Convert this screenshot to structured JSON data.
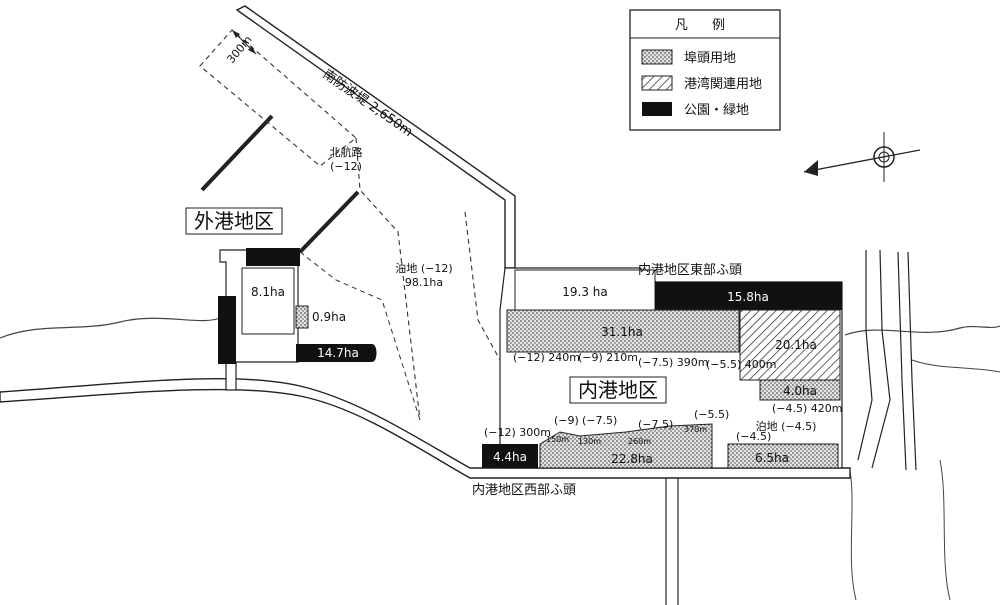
{
  "legend": {
    "title": "凡 例",
    "items": [
      {
        "label": "埠頭用地",
        "pattern": "dots"
      },
      {
        "label": "港湾関連用地",
        "pattern": "hatch"
      },
      {
        "label": "公園・緑地",
        "pattern": "solid"
      }
    ]
  },
  "districts": {
    "outer": "外港地区",
    "inner": "内港地区",
    "inner_east_pier": "内港地区東部ふ頭",
    "inner_west_pier": "内港地区西部ふ頭"
  },
  "breakwater": "南防波堤 2,650m",
  "width_300": "300m",
  "north_channel": {
    "name": "北航路",
    "depth": "(−12)"
  },
  "anchorage_main": {
    "name": "泊地 (−12)",
    "area": "98.1ha"
  },
  "anchorage_small": "泊地 (−4.5)",
  "areas": {
    "a8_1": "8.1ha",
    "a0_9": "0.9ha",
    "a14_7": "14.7ha",
    "a19_3": "19.3 ha",
    "a15_8": "15.8ha",
    "a31_1": "31.1ha",
    "a20_1": "20.1ha",
    "a4_0": "4.0ha",
    "a6_5": "6.5ha",
    "a22_8": "22.8ha",
    "a4_4": "4.4ha"
  },
  "berths": {
    "b1": "(−12) 240m",
    "b2": "(−9) 210m",
    "b3": "(−7.5) 390m",
    "b4": "(−5.5) 400m",
    "b5": "(−4.5) 420m",
    "b6": "(−12) 300m",
    "b7": "(−9)",
    "b8": "(−7.5)",
    "b9": "(−7.5)",
    "b10": "(−5.5)",
    "b11": "(−4.5)",
    "s1": "150m",
    "s2": "130m",
    "s3": "260m",
    "s4": "370m"
  }
}
